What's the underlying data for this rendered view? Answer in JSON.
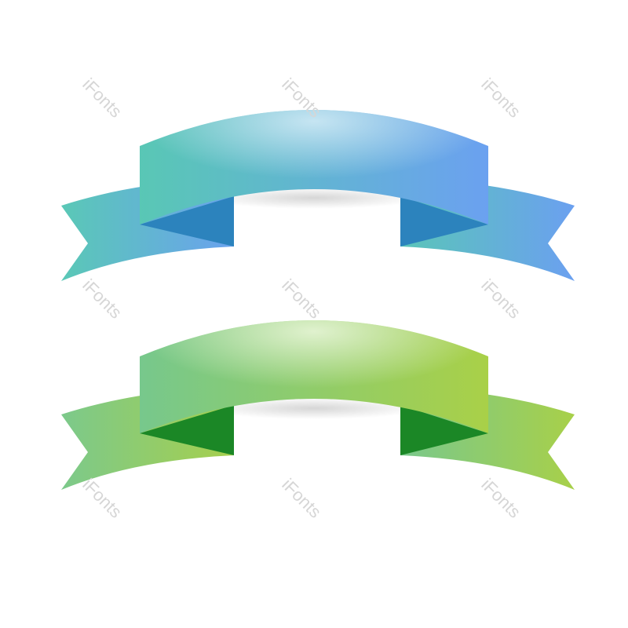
{
  "watermark": {
    "text": "iFonts"
  },
  "ribbons": [
    {
      "name": "blue",
      "colors": {
        "start": "#59c7b5",
        "end": "#6ba1f0",
        "fold": "#2c83bd",
        "highlight": "#bfe3f5"
      }
    },
    {
      "name": "green",
      "colors": {
        "start": "#78c88a",
        "end": "#a9d049",
        "fold": "#1b8726",
        "highlight": "#dff0c8"
      }
    }
  ]
}
